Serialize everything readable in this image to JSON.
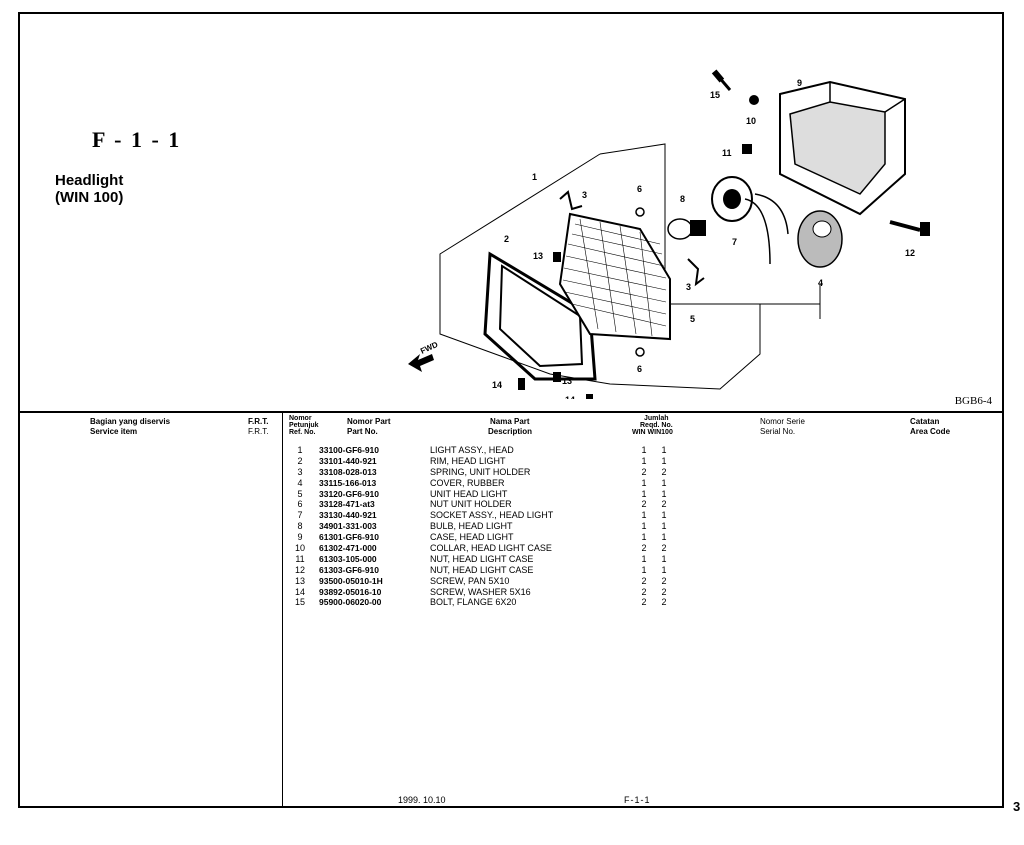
{
  "page": {
    "section_code": "F - 1 - 1",
    "title_line1": "Headlight",
    "title_line2": "(WIN 100)",
    "diagram_code": "BGB6-4",
    "fwd_label": "FWD",
    "page_number": "3"
  },
  "headers": {
    "service_item_id": "Bagian yang diservis",
    "service_item_en": "Service item",
    "frt_1": "F.R.T.",
    "frt_2": "F.R.T.",
    "ref_line1": "Nomor",
    "ref_line2": "Petunjuk",
    "ref_line3": "Ref. No.",
    "part_no_id": "Nomor Part",
    "part_no_en": "Part No.",
    "desc_id": "Nama Part",
    "desc_en": "Description",
    "qty_line1": "Jumlah",
    "qty_line2": "Reqd. No.",
    "qty_line3": "WIN  WIN100",
    "serial_id": "Nomor Serie",
    "serial_en": "Serial No.",
    "area_id": "Catatan",
    "area_en": "Area Code"
  },
  "parts": [
    {
      "ref": "1",
      "part_no": "33100-GF6-910",
      "desc": "LIGHT ASSY., HEAD",
      "q1": "1",
      "q2": "1"
    },
    {
      "ref": "2",
      "part_no": "33101-440-921",
      "desc": "RIM, HEAD LIGHT",
      "q1": "1",
      "q2": "1"
    },
    {
      "ref": "3",
      "part_no": "33108-028-013",
      "desc": "SPRING, UNIT HOLDER",
      "q1": "2",
      "q2": "2"
    },
    {
      "ref": "4",
      "part_no": "33115-166-013",
      "desc": "COVER, RUBBER",
      "q1": "1",
      "q2": "1"
    },
    {
      "ref": "5",
      "part_no": "33120-GF6-910",
      "desc": "UNIT HEAD LIGHT",
      "q1": "1",
      "q2": "1"
    },
    {
      "ref": "6",
      "part_no": "33128-471-at3",
      "desc": "NUT UNIT HOLDER",
      "q1": "2",
      "q2": "2"
    },
    {
      "ref": "7",
      "part_no": "33130-440-921",
      "desc": "SOCKET ASSY., HEAD LIGHT",
      "q1": "1",
      "q2": "1"
    },
    {
      "ref": "8",
      "part_no": "34901-331-003",
      "desc": "BULB, HEAD LIGHT",
      "q1": "1",
      "q2": "1"
    },
    {
      "ref": "9",
      "part_no": "61301-GF6-910",
      "desc": "CASE, HEAD LIGHT",
      "q1": "1",
      "q2": "1"
    },
    {
      "ref": "10",
      "part_no": "61302-471-000",
      "desc": "COLLAR, HEAD LIGHT CASE",
      "q1": "2",
      "q2": "2"
    },
    {
      "ref": "11",
      "part_no": "61303-105-000",
      "desc": "NUT, HEAD LIGHT CASE",
      "q1": "1",
      "q2": "1"
    },
    {
      "ref": "12",
      "part_no": "61303-GF6-910",
      "desc": "NUT, HEAD LIGHT CASE",
      "q1": "1",
      "q2": "1"
    },
    {
      "ref": "13",
      "part_no": "93500-05010-1H",
      "desc": "SCREW, PAN 5X10",
      "q1": "2",
      "q2": "2"
    },
    {
      "ref": "14",
      "part_no": "93892-05016-10",
      "desc": "SCREW, WASHER 5X16",
      "q1": "2",
      "q2": "2"
    },
    {
      "ref": "15",
      "part_no": "95900-06020-00",
      "desc": "BOLT, FLANGE 6X20",
      "q1": "2",
      "q2": "2"
    }
  ],
  "footer": {
    "date": "1999. 10.10",
    "code": "F-1-1"
  }
}
